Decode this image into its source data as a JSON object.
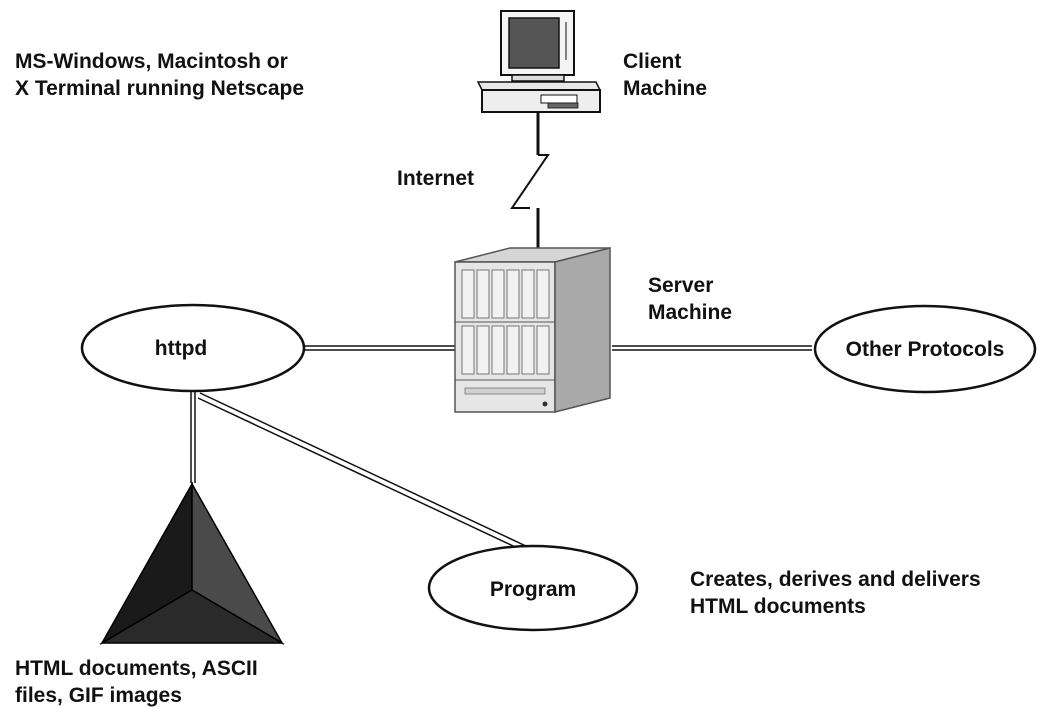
{
  "client": {
    "description_lines": [
      "MS-Windows, Macintosh or",
      "X Terminal running Netscape"
    ],
    "name_lines": [
      "Client",
      "Machine"
    ]
  },
  "link": {
    "internet_label": "Internet"
  },
  "server": {
    "name_lines": [
      "Server",
      "Machine"
    ]
  },
  "nodes": {
    "httpd": "httpd",
    "other_protocols": "Other Protocols",
    "program": "Program"
  },
  "program": {
    "description_lines": [
      "Creates, derives and delivers",
      "HTML documents"
    ]
  },
  "documents": {
    "description_lines": [
      "HTML documents, ASCII",
      "files, GIF images"
    ]
  },
  "colors": {
    "background": "#ffffff",
    "line": "#111111",
    "monitor_screen": "#555555",
    "server_body": "#e6e6e6",
    "server_side": "#a9a9a9",
    "pyramid_dark": "#1a1a1a",
    "pyramid_mid": "#4a4a4a"
  }
}
